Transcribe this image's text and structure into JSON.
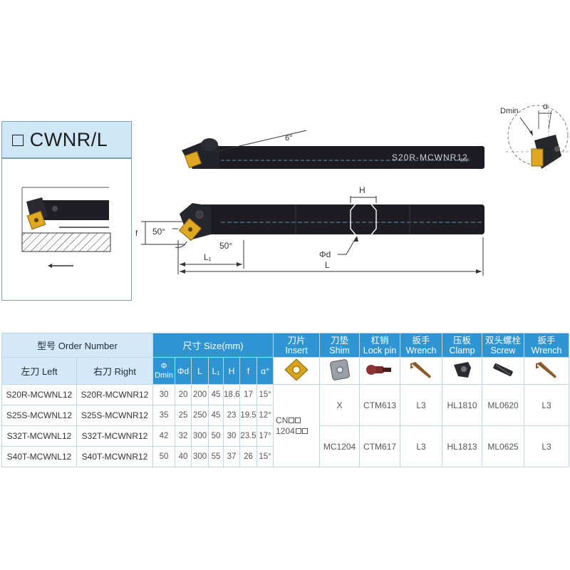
{
  "title": "□ CWNR/L",
  "drawing": {
    "angle_top": "6°",
    "bar_label": "S20R-MCWNR12",
    "bar_small": "刻字",
    "dim_H": "H",
    "dim_phi_d": "Φd",
    "dim_L1": "L₁",
    "dim_L": "L",
    "dim_f": "f",
    "angle_50a": "50°",
    "angle_50b": "50°",
    "dmin": "Dmin",
    "alpha": "α"
  },
  "table": {
    "header": {
      "order_number": "型号 Order Number",
      "size": "尺寸 Size(mm)",
      "insert": [
        "刀片",
        "Insert"
      ],
      "shim": [
        "刀垫",
        "Shim"
      ],
      "lockpin": [
        "杠销",
        "Lock pin"
      ],
      "wrench1": [
        "扳手",
        "Wrench"
      ],
      "clamp": [
        "压板",
        "Clamp"
      ],
      "screw": [
        "双头螺栓",
        "Screw"
      ],
      "wrench2": [
        "扳手",
        "Wrench"
      ],
      "left": "左刀 Left",
      "right": "右刀 Right",
      "phi_dmin": [
        "Φ",
        "Dmin"
      ],
      "phi_d": "Φd",
      "L": "L",
      "L1": "L₁",
      "H": "H",
      "f": "f",
      "alpha": "α°"
    },
    "rows": [
      {
        "left": "S20R-MCWNL12",
        "right": "S20R-MCWNR12",
        "dmin": "30",
        "d": "20",
        "L": "200",
        "L1": "45",
        "H": "18.6",
        "f": "17",
        "a": "15°"
      },
      {
        "left": "S25S-MCWNL12",
        "right": "S25S-MCWNR12",
        "dmin": "35",
        "d": "25",
        "L": "250",
        "L1": "45",
        "H": "23",
        "f": "19.5",
        "a": "12°"
      },
      {
        "left": "S32T-MCWNL12",
        "right": "S32T-MCWNR12",
        "dmin": "42",
        "d": "32",
        "L": "300",
        "L1": "50",
        "H": "30",
        "f": "23.5",
        "a": "17°"
      },
      {
        "left": "S40T-MCWNL12",
        "right": "S40T-MCWNR12",
        "dmin": "50",
        "d": "40",
        "L": "300",
        "L1": "55",
        "H": "37",
        "f": "26",
        "a": "15°"
      }
    ],
    "insert_lines": [
      "CN",
      "1204"
    ],
    "groupA": {
      "shim": "X",
      "lockpin": "CTM613",
      "wrench1": "L3",
      "clamp": "HL1810",
      "screw": "ML0620",
      "wrench2": "L3"
    },
    "groupB": {
      "shim": "MC1204",
      "lockpin": "CTM617",
      "wrench1": "L3",
      "clamp": "HL1813",
      "screw": "ML0625",
      "wrench2": "L3"
    }
  },
  "colors": {
    "header_dark": "#2f95d2",
    "header_light": "#d4e8f7",
    "insert_gold": "#d9a21b",
    "bar": "#1c1c22"
  }
}
